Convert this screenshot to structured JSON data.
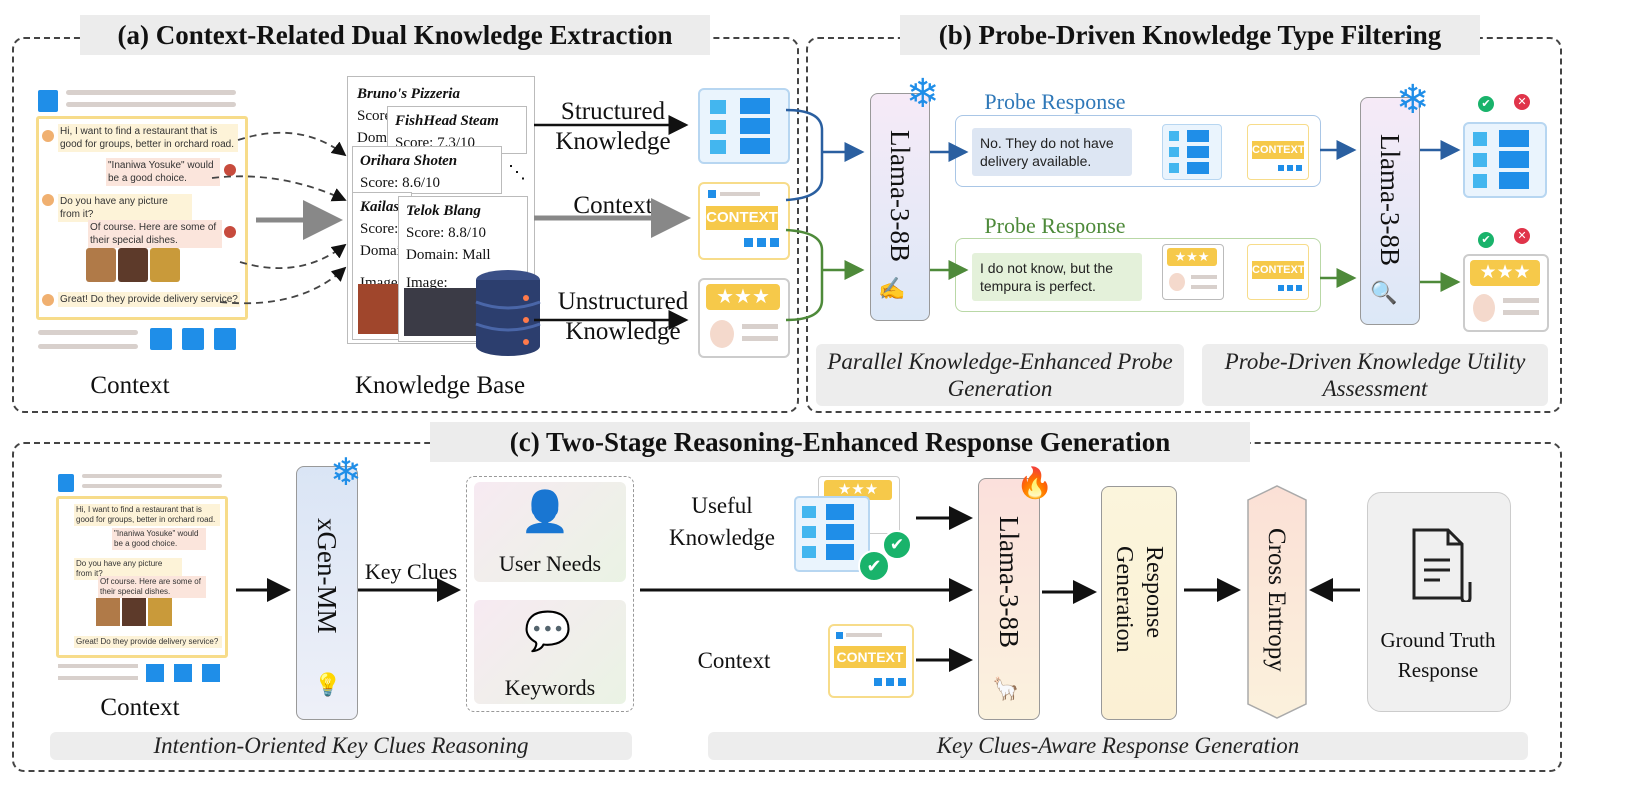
{
  "panel_a": {
    "title": "(a) Context-Related Dual Knowledge Extraction",
    "context_label": "Context",
    "kb_label": "Knowledge Base",
    "chat": [
      "Hi, I want to find a restaurant that is good for groups, better in orchard road.",
      "\"Inaniwa Yosuke\" would be a good choice.",
      "Do you have any picture from it?",
      "Of course. Here are some of their special dishes.",
      "Great! Do they provide delivery service?"
    ],
    "cards": [
      {
        "name": "Bruno's Pizzeria",
        "l1": "Score:",
        "l2": "Domai"
      },
      {
        "name": "FishHead Steam",
        "l1": "Score: 7.3/10",
        "l2": ""
      },
      {
        "name": "Orihara Shoten",
        "l1": "Score: 8.6/10",
        "l2": ""
      },
      {
        "name": "Kailas",
        "l1": "Score:",
        "l2": "Domain",
        "l3": "Image:"
      },
      {
        "name": "Telok Blang",
        "l1": "Score: 8.8/10",
        "l2": "Domain: Mall",
        "l3": "Image:"
      }
    ],
    "structured_label_1": "Structured",
    "structured_label_2": "Knowledge",
    "context_arrow_label": "Context",
    "unstructured_label_1": "Unstructured",
    "unstructured_label_2": "Knowledge",
    "context_badge": "CONTEXT"
  },
  "panel_b": {
    "title": "(b) Probe-Driven Knowledge Type Filtering",
    "model_1": "Llama-3-8B",
    "model_2": "Llama-3-8B",
    "probe_title_1": "Probe Response",
    "probe_text_1": "No. They do not have delivery available.",
    "probe_title_2": "Probe Response",
    "probe_text_2": "I do not know, but the tempura is perfect.",
    "context_badge": "CONTEXT",
    "caption_left": "Parallel Knowledge-Enhanced Probe Generation",
    "caption_right": "Probe-Driven Knowledge Utility Assessment"
  },
  "panel_c": {
    "title": "(c) Two-Stage Reasoning-Enhanced Response Generation",
    "context_label": "Context",
    "model_1": "xGen-MM",
    "key_clues": "Key Clues",
    "user_needs": "User Needs",
    "keywords": "Keywords",
    "useful_1": "Useful",
    "useful_2": "Knowledge",
    "context_label_2": "Context",
    "context_badge": "CONTEXT",
    "model_2": "Llama-3-8B",
    "response_generation_1": "Response",
    "response_generation_2": "Generation",
    "cross_entropy": "Cross Entropy",
    "ground_truth_1": "Ground Truth",
    "ground_truth_2": "Response",
    "caption_left": "Intention-Oriented Key Clues Reasoning",
    "caption_right": "Key Clues-Aware Response Generation"
  },
  "colors": {
    "blue_arrow": "#2a5fa0",
    "green_arrow": "#4e8a3a",
    "probe_blue": "#2f78b8",
    "probe_green": "#4e8a3a",
    "context_yellow": "#f6c94a",
    "icon_blue": "#1f8ee8"
  }
}
